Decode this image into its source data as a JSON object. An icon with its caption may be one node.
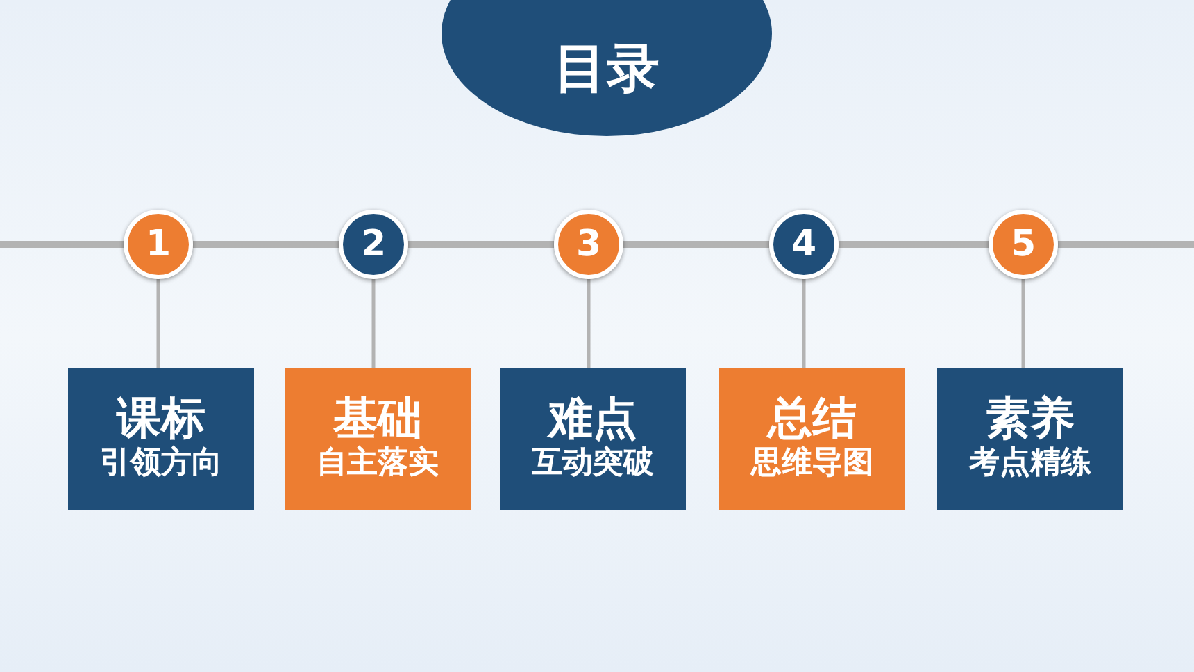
{
  "diagram": {
    "nodes": [
      {
        "text": [
          "目录"
        ]
      },
      {
        "text": [
          "1"
        ]
      },
      {
        "text": [
          "2"
        ]
      },
      {
        "text": [
          "3"
        ]
      },
      {
        "text": [
          "4"
        ]
      },
      {
        "text": [
          "5"
        ]
      },
      {
        "text": [
          "课标",
          "引领方向"
        ]
      },
      {
        "text": [
          "基础",
          "自主落实"
        ]
      },
      {
        "text": [
          "难点",
          "互动突破"
        ]
      },
      {
        "text": [
          "总结",
          "思维导图"
        ]
      },
      {
        "text": [
          "素养",
          "考点精练"
        ]
      }
    ],
    "edges": [
      {
        "from": null,
        "to": 1,
        "arrow": "none"
      },
      {
        "from": 1,
        "to": 2,
        "arrow": "none"
      },
      {
        "from": 2,
        "to": 3,
        "arrow": "none"
      },
      {
        "from": 3,
        "to": 4,
        "arrow": "none"
      },
      {
        "from": 4,
        "to": 5,
        "arrow": "none"
      },
      {
        "from": 5,
        "to": null,
        "arrow": "none"
      },
      {
        "from": 1,
        "to": 6,
        "arrow": "none"
      },
      {
        "from": 2,
        "to": 7,
        "arrow": "none"
      },
      {
        "from": 3,
        "to": 8,
        "arrow": "none"
      },
      {
        "from": 4,
        "to": 9,
        "arrow": "none"
      },
      {
        "from": 5,
        "to": 10,
        "arrow": "none"
      }
    ]
  }
}
